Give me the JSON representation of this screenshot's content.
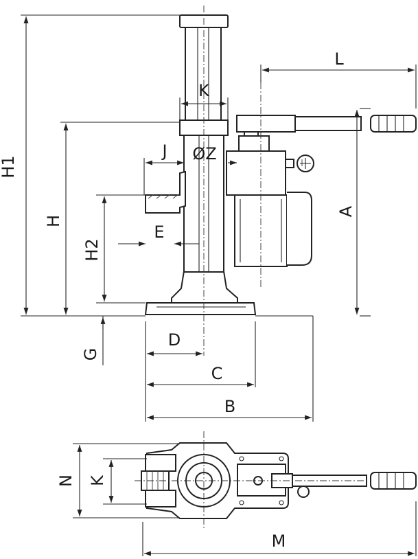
{
  "labels": {
    "H1": "H1",
    "K_side": "K",
    "L": "L",
    "J": "J",
    "OZ": "ØZ",
    "H": "H",
    "A": "A",
    "E": "E",
    "H2": "H2",
    "G": "G",
    "D": "D",
    "C": "C",
    "B": "B",
    "N": "N",
    "K_top": "K",
    "M": "M"
  }
}
